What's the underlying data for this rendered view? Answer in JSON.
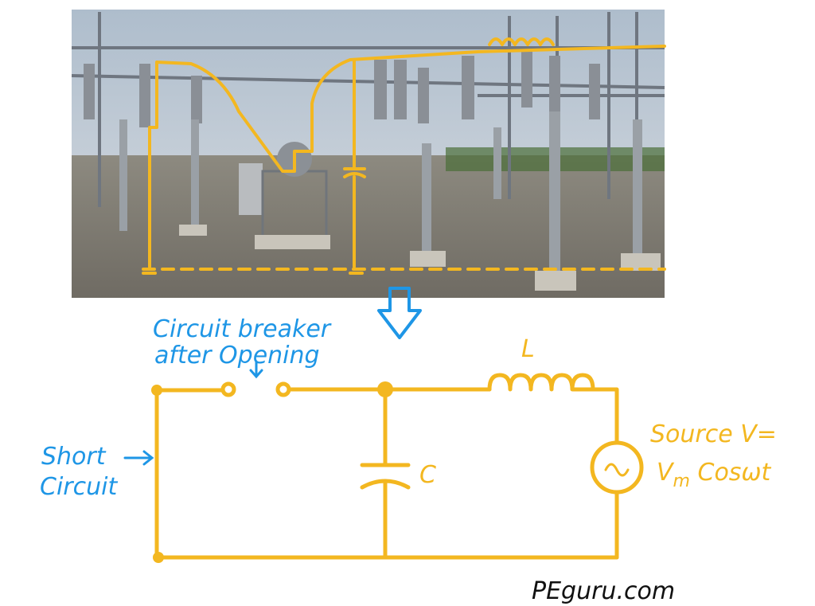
{
  "colors": {
    "wire": "#f3b720",
    "annotation": "#1e96e6",
    "watermark": "#111111"
  },
  "photo": {
    "description_icon": "substation-photo-icon"
  },
  "arrow": {
    "icon": "down-arrow-icon"
  },
  "labels": {
    "breaker_line1": "Circuit breaker",
    "breaker_line2": "after Opening",
    "short_line1": "Short",
    "short_line2": "Circuit",
    "inductor": "L",
    "capacitor": "C",
    "source_line1": "Source V=",
    "source_line2_main": "V",
    "source_line2_sub": "m",
    "source_line2_tail": " Cosωt",
    "watermark": "PEguru.com"
  }
}
